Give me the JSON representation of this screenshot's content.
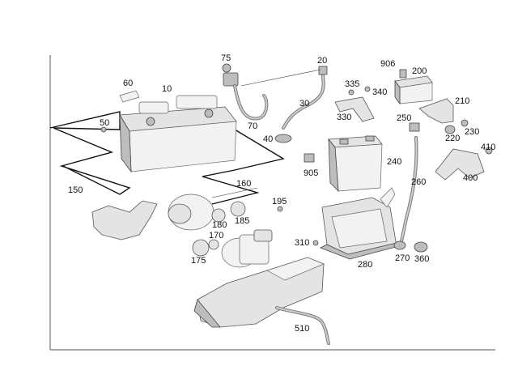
{
  "labels": {
    "l906": "906",
    "l200": "200",
    "l75": "75",
    "l20": "20",
    "l60": "60",
    "l10": "10",
    "l335": "335",
    "l340": "340",
    "l30": "30",
    "l210": "210",
    "l330": "330",
    "l250": "250",
    "l50": "50",
    "l70": "70",
    "l230": "230",
    "l40": "40",
    "l220": "220",
    "l410": "410",
    "l240": "240",
    "l905": "905",
    "l400": "400",
    "l260": "260",
    "l150": "150",
    "l160": "160",
    "l195": "195",
    "l180": "180",
    "l185": "185",
    "l170": "170",
    "l310": "310",
    "l270": "270",
    "l360": "360",
    "l175": "175",
    "l280": "280",
    "l510": "510"
  }
}
